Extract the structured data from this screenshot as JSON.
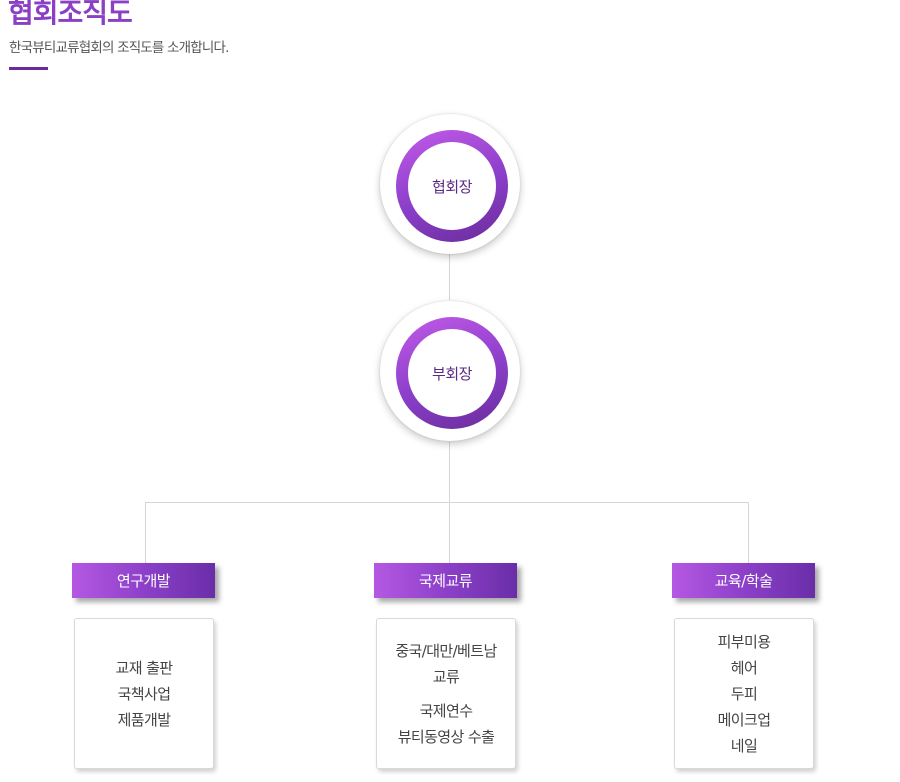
{
  "header": {
    "title": "협회조직도",
    "subtitle": "한국뷰티교류협회의 조직도를 소개합니다."
  },
  "nodes": {
    "president": "협회장",
    "vice_president": "부회장"
  },
  "departments": [
    {
      "label": "연구개발",
      "items": [
        "교재 출판",
        "국책사업",
        "제품개발"
      ]
    },
    {
      "label": "국제교류",
      "items": [
        "중국/대만/베트남",
        "교류",
        "국제연수",
        "뷰티동영상 수출"
      ]
    },
    {
      "label": "교육/학술",
      "items": [
        "피부미용",
        "헤어",
        "두피",
        "메이크업",
        "네일"
      ]
    }
  ],
  "colors": {
    "title": "#8a3fc4",
    "accent_dark": "#6a2c9a",
    "gradient_start": "#c25be8",
    "gradient_end": "#6a2c9a"
  }
}
